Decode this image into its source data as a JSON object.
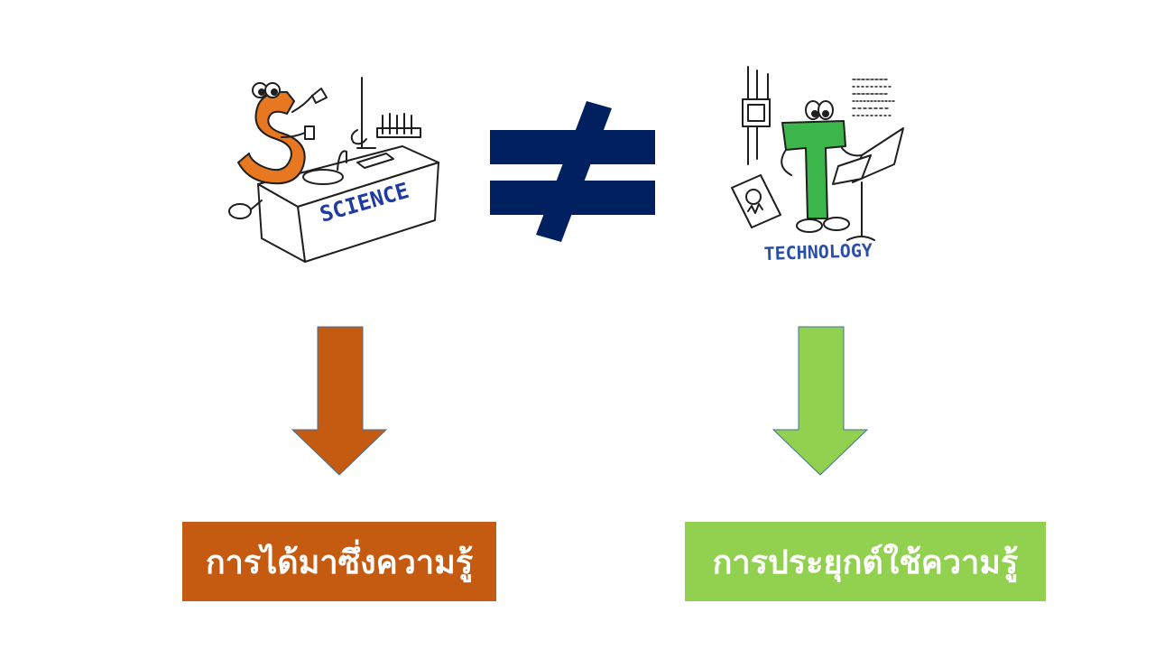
{
  "colors": {
    "science_accent": "#c55a11",
    "technology_accent": "#92d050",
    "not_equal": "#002060",
    "label_text": "#ffffff",
    "ink": "#1f1f1f",
    "caption_blue": "#1f3aa0",
    "technology_caption": "#2b4fa8"
  },
  "illustrations": {
    "science": {
      "caption": "SCIENCE",
      "icon": "science-lab-character"
    },
    "technology": {
      "caption": "TECHNOLOGY",
      "icon": "technology-character"
    }
  },
  "relation": {
    "symbol": "not-equal",
    "icon": "not-equal-icon"
  },
  "labels": {
    "left": "การได้มาซึ่งความรู้",
    "right": "การประยุกต์ใช้ความรู้"
  }
}
